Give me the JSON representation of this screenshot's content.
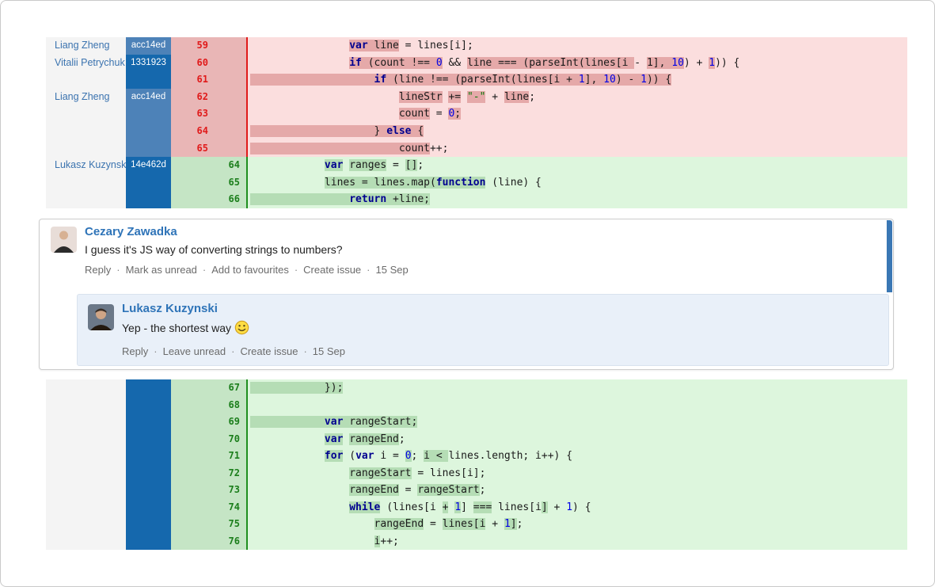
{
  "colors": {
    "removed": {
      "code_bg": "#fbdede",
      "gutter_bg": "#e9b6b6",
      "highlight": "#e5a9a9",
      "line_num": "#e01a1a",
      "separator": "#e01a1a"
    },
    "added": {
      "code_bg": "#ddf6dd",
      "gutter_bg": "#c5e5c5",
      "highlight": "#b5ddb5",
      "line_num": "#1b7e1b",
      "separator": "#1f8f1f"
    },
    "blame": {
      "author_bg": "#f4f4f4",
      "author_text": "#3b73af",
      "commit_light": "#4d82b8",
      "commit_dark": "#1568ad",
      "commit_text": "#ffffff"
    },
    "syntax": {
      "keyword": "#000090",
      "number": "#0000e6",
      "string": "#0a7a0a",
      "text": "#1a1a1a"
    },
    "comment": {
      "accent_bar": "#3a77b4",
      "reply_bg": "#e9f0f9",
      "author_name": "#2f74b8",
      "action_text": "#6b6b6b"
    }
  },
  "diff": {
    "blocks": [
      {
        "kind": "removed",
        "blame": [
          {
            "author": "Liang Zheng",
            "commit": "acc14ed",
            "shade": "light",
            "row": 0,
            "rows": 1
          },
          {
            "author": "Vitalii Petrychuk",
            "commit": "1331923",
            "shade": "dark",
            "row": 1,
            "rows": 2
          },
          {
            "author": "Liang Zheng",
            "commit": "acc14ed",
            "shade": "light",
            "row": 3,
            "rows": 4
          }
        ],
        "lines": [
          {
            "old": "59",
            "new": "",
            "segs": [
              [
                "                ",
                "p"
              ],
              [
                "var",
                "kw hl"
              ],
              [
                " ",
                "p hl"
              ],
              [
                "line",
                "p hl"
              ],
              [
                " = lines[i];",
                "p"
              ]
            ]
          },
          {
            "old": "60",
            "new": "",
            "segs": [
              [
                "                ",
                "p"
              ],
              [
                "if",
                "kw hl"
              ],
              [
                " (count !== ",
                "p hl"
              ],
              [
                "0",
                "num hl"
              ],
              [
                " && ",
                "p"
              ],
              [
                "line",
                "p hl"
              ],
              [
                " === ",
                "p hl"
              ],
              [
                "(parseInt(lines[i ",
                "p hl"
              ],
              [
                "- ",
                "p"
              ],
              [
                "1], ",
                "p hl"
              ],
              [
                "10",
                "num hl"
              ],
              [
                ") + ",
                "p"
              ],
              [
                "1",
                "num hl"
              ],
              [
                ")) {",
                "p"
              ]
            ]
          },
          {
            "old": "61",
            "new": "",
            "segs": [
              [
                "                    ",
                "p hl"
              ],
              [
                "if",
                "kw hl"
              ],
              [
                " (line !== (parseInt(lines[i + ",
                "p hl"
              ],
              [
                "1",
                "num hl"
              ],
              [
                "], ",
                "p hl"
              ],
              [
                "10",
                "num hl"
              ],
              [
                ") ",
                "p hl"
              ],
              [
                "- ",
                "p hl"
              ],
              [
                "1",
                "num hl"
              ],
              [
                ")) {",
                "p hl"
              ]
            ]
          },
          {
            "old": "62",
            "new": "",
            "segs": [
              [
                "                        ",
                "p"
              ],
              [
                "lineStr",
                "p hl"
              ],
              [
                " ",
                "p"
              ],
              [
                "+=",
                "p hl"
              ],
              [
                " ",
                "p"
              ],
              [
                "\"-\"",
                "str hl"
              ],
              [
                " + ",
                "p"
              ],
              [
                "line",
                "p hl"
              ],
              [
                ";",
                "p"
              ]
            ]
          },
          {
            "old": "63",
            "new": "",
            "segs": [
              [
                "                        ",
                "p"
              ],
              [
                "count",
                "p hl"
              ],
              [
                " = ",
                "p"
              ],
              [
                "0",
                "num hl"
              ],
              [
                ";",
                "p hl"
              ]
            ]
          },
          {
            "old": "64",
            "new": "",
            "segs": [
              [
                "                    ",
                "p hl"
              ],
              [
                "} ",
                "p hl"
              ],
              [
                "else",
                "kw hl"
              ],
              [
                " {",
                "p hl"
              ]
            ]
          },
          {
            "old": "65",
            "new": "",
            "segs": [
              [
                "                        ",
                "p hl"
              ],
              [
                "count",
                "p hl"
              ],
              [
                "++;",
                "p"
              ]
            ]
          }
        ]
      },
      {
        "kind": "added",
        "blame": [
          {
            "author": "Lukasz Kuzynski",
            "commit": "14e462d",
            "shade": "dark",
            "row": 0,
            "rows": 3
          }
        ],
        "lines": [
          {
            "old": "",
            "new": "64",
            "segs": [
              [
                "            ",
                "p"
              ],
              [
                "var",
                "kw hl"
              ],
              [
                " ",
                "p"
              ],
              [
                "ranges",
                "p hl"
              ],
              [
                " = ",
                "p"
              ],
              [
                "[]",
                "p hl"
              ],
              [
                ";",
                "p"
              ]
            ]
          },
          {
            "old": "",
            "new": "65",
            "segs": [
              [
                "            ",
                "p"
              ],
              [
                "lines = lines.map(",
                "p hl"
              ],
              [
                "function",
                "kw hl"
              ],
              [
                " (line) {",
                "p"
              ]
            ]
          },
          {
            "old": "",
            "new": "66",
            "segs": [
              [
                "                ",
                "p hl"
              ],
              [
                "return",
                "kw hl"
              ],
              [
                " +line;",
                "p hl"
              ]
            ]
          }
        ]
      },
      {
        "kind": "added",
        "blame": [
          {
            "author": "",
            "commit": "",
            "shade": "dark",
            "row": 0,
            "rows": 10
          }
        ],
        "lines": [
          {
            "old": "",
            "new": "67",
            "segs": [
              [
                "            ",
                "p hl"
              ],
              [
                "});",
                "p hl"
              ]
            ]
          },
          {
            "old": "",
            "new": "68",
            "segs": []
          },
          {
            "old": "",
            "new": "69",
            "segs": [
              [
                "            ",
                "p hl"
              ],
              [
                "var",
                "kw hl"
              ],
              [
                " rangeStart;",
                "p hl"
              ]
            ]
          },
          {
            "old": "",
            "new": "70",
            "segs": [
              [
                "            ",
                "p"
              ],
              [
                "var",
                "kw hl"
              ],
              [
                " ",
                "p"
              ],
              [
                "rangeEnd",
                "p hl"
              ],
              [
                ";",
                "p"
              ]
            ]
          },
          {
            "old": "",
            "new": "71",
            "segs": [
              [
                "            ",
                "p"
              ],
              [
                "for",
                "kw hl"
              ],
              [
                " (",
                "p"
              ],
              [
                "var",
                "kw"
              ],
              [
                " i = ",
                "p"
              ],
              [
                "0",
                "num hl"
              ],
              [
                "; ",
                "p"
              ],
              [
                "i",
                "p hl"
              ],
              [
                " < ",
                "p hl"
              ],
              [
                "lines.length; i++) {",
                "p"
              ]
            ]
          },
          {
            "old": "",
            "new": "72",
            "segs": [
              [
                "                ",
                "p"
              ],
              [
                "rangeStart",
                "p hl"
              ],
              [
                " = lines[i];",
                "p"
              ]
            ]
          },
          {
            "old": "",
            "new": "73",
            "segs": [
              [
                "                ",
                "p"
              ],
              [
                "rangeEnd",
                "p hl"
              ],
              [
                " = ",
                "p"
              ],
              [
                "rangeStart",
                "p hl"
              ],
              [
                ";",
                "p"
              ]
            ]
          },
          {
            "old": "",
            "new": "74",
            "segs": [
              [
                "                ",
                "p"
              ],
              [
                "while",
                "kw hl"
              ],
              [
                " (lines[i ",
                "p"
              ],
              [
                "+",
                "p hl"
              ],
              [
                " ",
                "p"
              ],
              [
                "1",
                "num hl"
              ],
              [
                "] ",
                "p"
              ],
              [
                "===",
                "p hl"
              ],
              [
                " lines[i",
                "p"
              ],
              [
                "]",
                "p hl"
              ],
              [
                " + ",
                "p"
              ],
              [
                "1",
                "num"
              ],
              [
                ") {",
                "p"
              ]
            ]
          },
          {
            "old": "",
            "new": "75",
            "segs": [
              [
                "                    ",
                "p"
              ],
              [
                "rangeEnd",
                "p hl"
              ],
              [
                " = ",
                "p"
              ],
              [
                "lines[i",
                "p hl"
              ],
              [
                " + ",
                "p"
              ],
              [
                "1",
                "num hl"
              ],
              [
                "]",
                "p hl"
              ],
              [
                ";",
                "p"
              ]
            ]
          },
          {
            "old": "",
            "new": "76",
            "segs": [
              [
                "                    ",
                "p"
              ],
              [
                "i",
                "p hl"
              ],
              [
                "++;",
                "p"
              ]
            ]
          }
        ]
      }
    ]
  },
  "comments": {
    "root": {
      "author": "Cezary Zawadka",
      "body": "I guess it's JS way of converting strings to numbers?",
      "actions": [
        "Reply",
        "Mark as unread",
        "Add to favourites",
        "Create issue"
      ],
      "timestamp": "15 Sep"
    },
    "reply": {
      "author": "Lukasz Kuzynski",
      "body": "Yep - the shortest way",
      "emoticon": "smile-emoticon",
      "actions": [
        "Reply",
        "Leave unread",
        "Create issue"
      ],
      "timestamp": "15 Sep"
    }
  }
}
